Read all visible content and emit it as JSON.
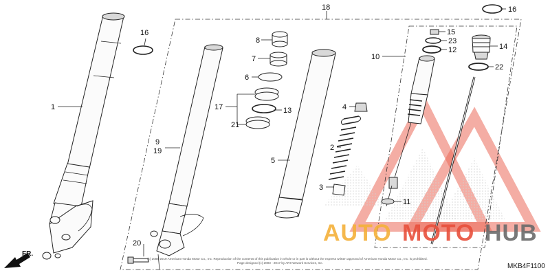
{
  "callouts": {
    "c1": "1",
    "c2": "2",
    "c3": "3",
    "c4": "4",
    "c5": "5",
    "c6": "6",
    "c7": "7",
    "c8": "8",
    "c9": "9",
    "c10": "10",
    "c11": "11",
    "c12": "12",
    "c13": "13",
    "c14": "14",
    "c15": "15",
    "c16a": "16",
    "c16b": "16",
    "c17": "17",
    "c18": "18",
    "c19": "19",
    "c20": "20",
    "c21": "21",
    "c22": "22",
    "c23": "23"
  },
  "direction_marker": "FR.",
  "diagram_code": "MKB4F1100",
  "copyright": {
    "line1": "(c) 2005-2019 American Honda Motor Co., Inc. Reproduction of the contents of this publication in whole or in part is without the express written approval of American Honda Motor Co., Inc. is prohibited.",
    "line2": "Page designed (c) 2003 - 2017 by ARI Network Services, Inc."
  },
  "watermark": {
    "part1": "AUTO",
    "part2": "MOTO",
    "part3": "HUB"
  },
  "colors": {
    "watermark_red": "#e8503c",
    "watermark_orange": "#f5b13a",
    "watermark_gray": "#6b6b6b"
  }
}
